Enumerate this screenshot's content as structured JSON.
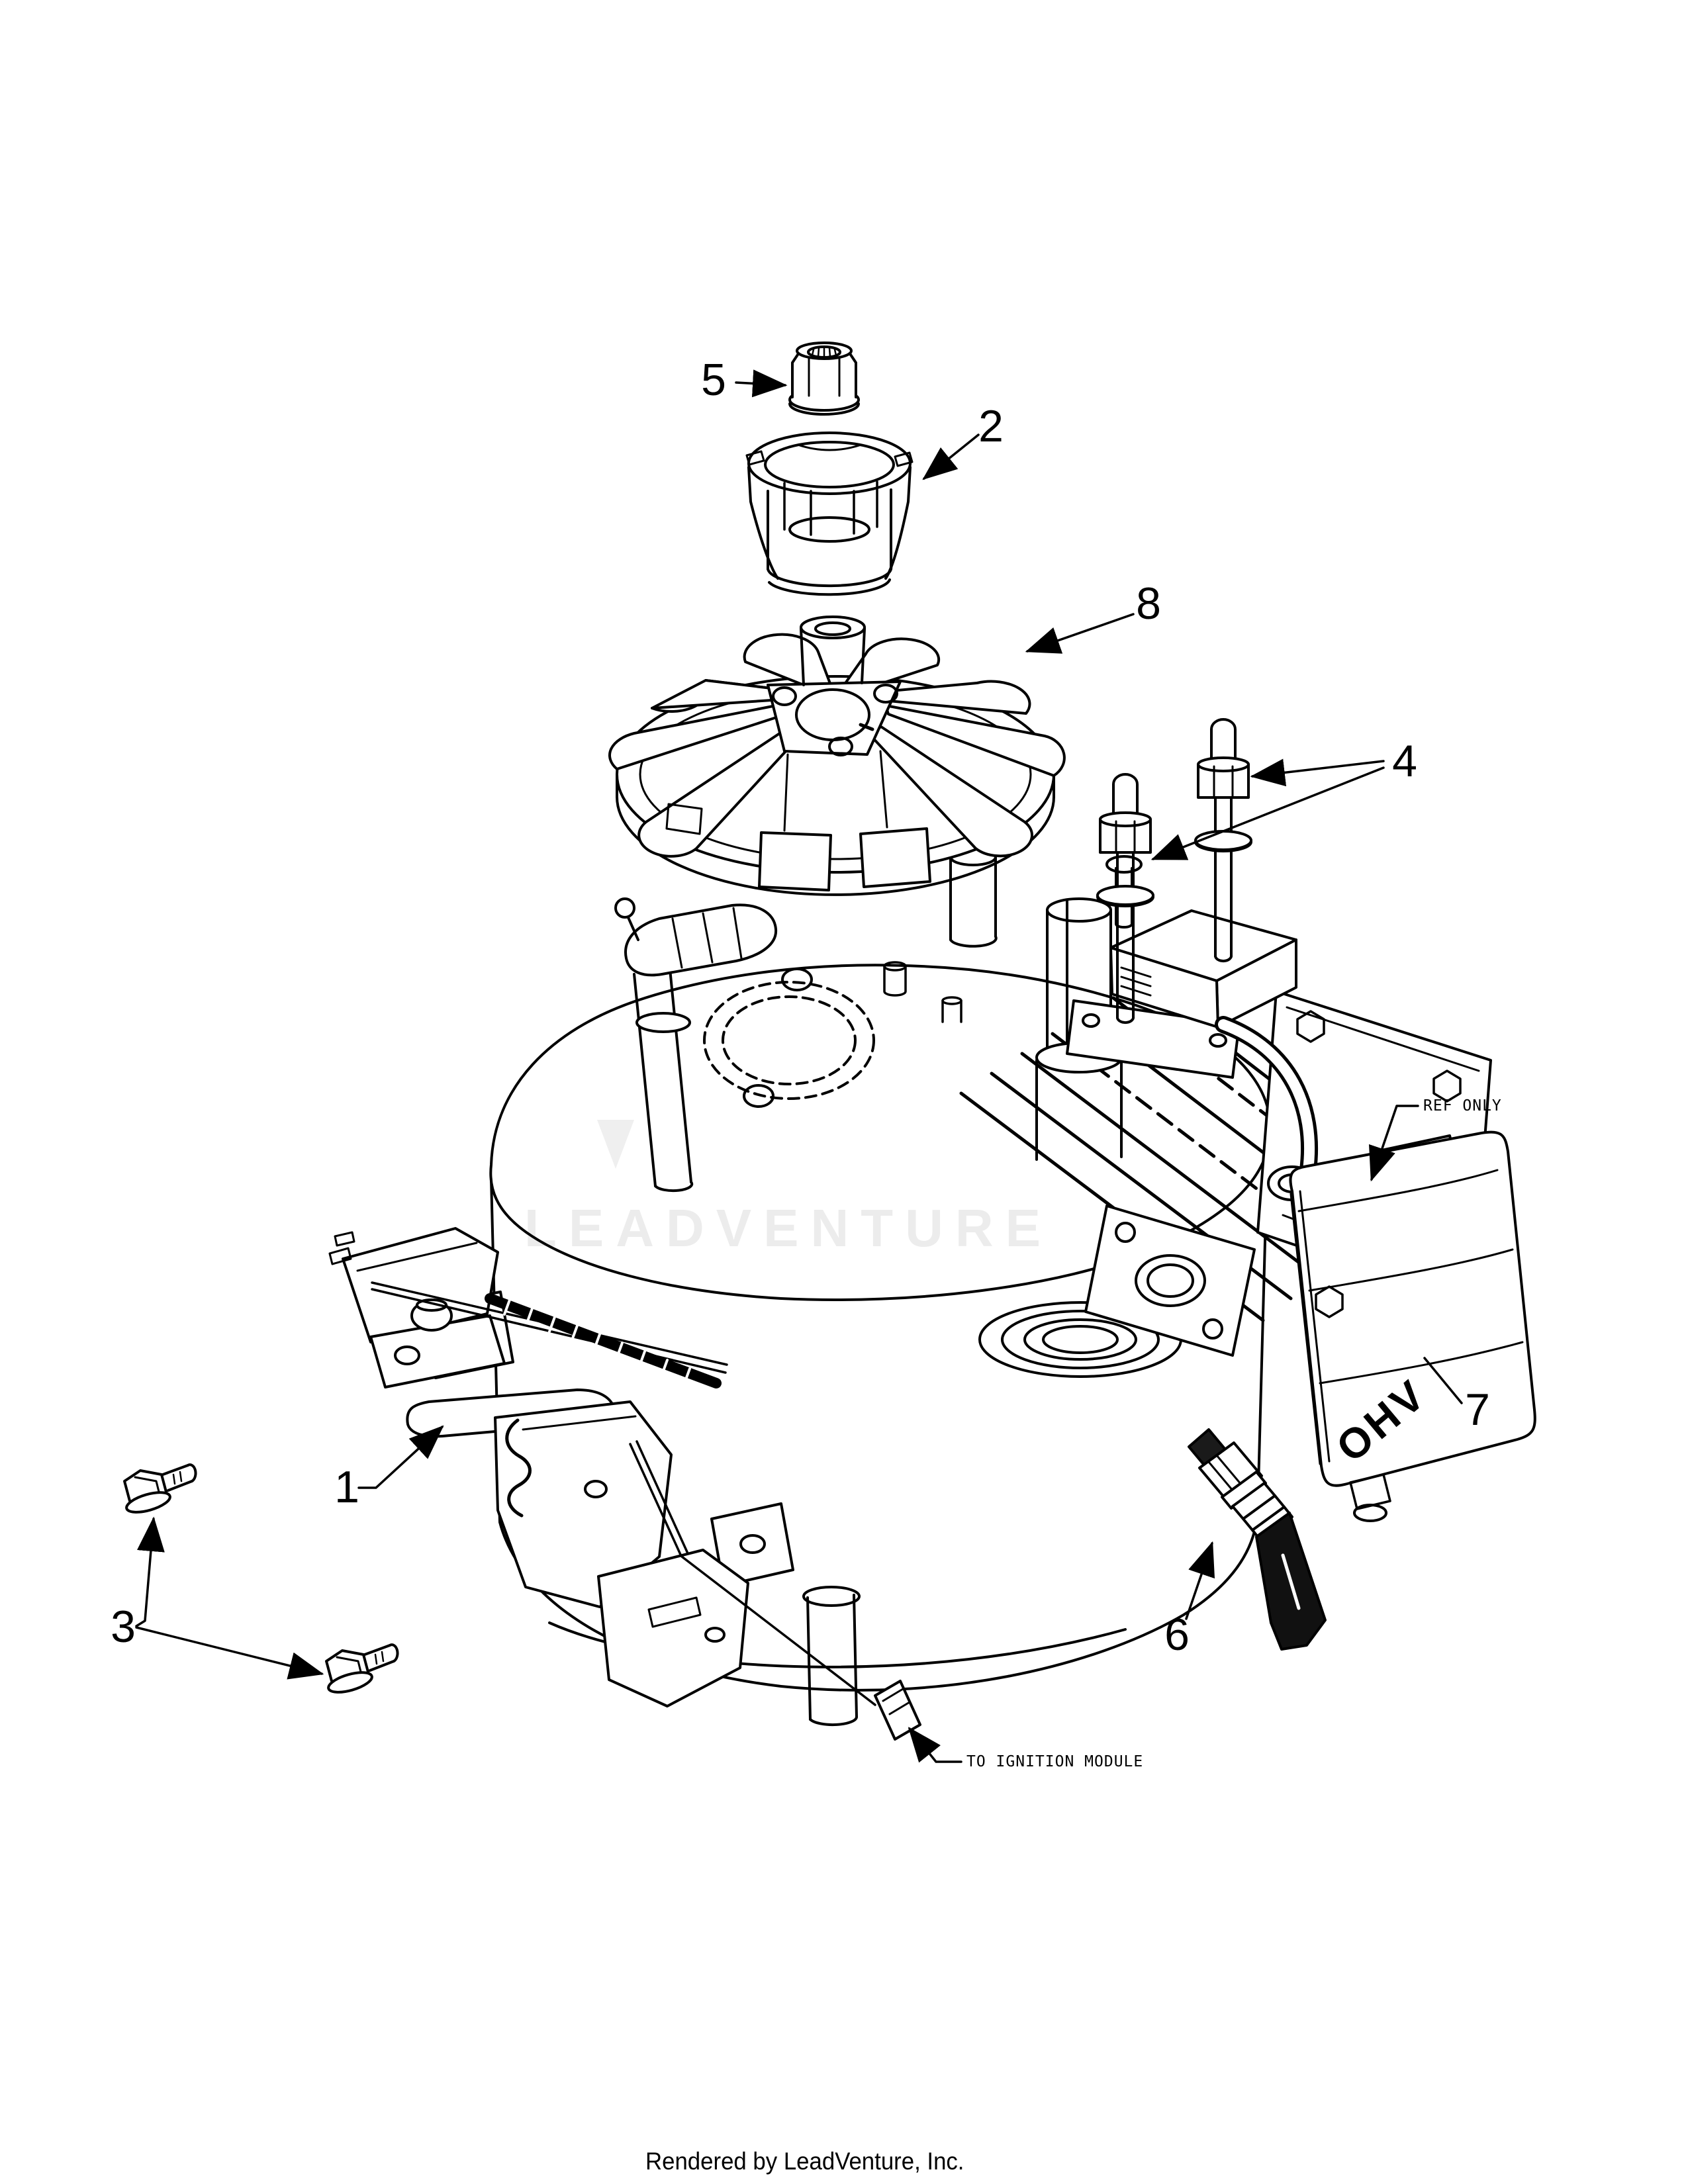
{
  "page": {
    "background_color": "#ffffff",
    "ink_color": "#000000",
    "footer_text": "Rendered by LeadVenture, Inc."
  },
  "watermark": {
    "text": "LEADVENTURE",
    "color": "#ececec"
  },
  "diagram": {
    "annotations": {
      "ref_only": "REF ONLY",
      "to_ignition_module": "TO IGNITION MODULE"
    },
    "embossed_text": "OHV",
    "callouts": [
      {
        "number": "5"
      },
      {
        "number": "2"
      },
      {
        "number": "8"
      },
      {
        "number": "4"
      },
      {
        "number": "1"
      },
      {
        "number": "3"
      },
      {
        "number": "6"
      },
      {
        "number": "7"
      }
    ]
  }
}
